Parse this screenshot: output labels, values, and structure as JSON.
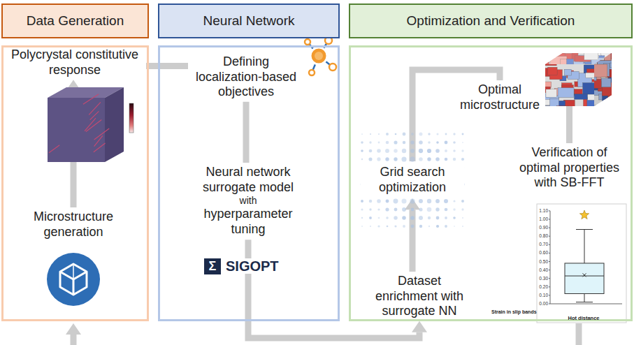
{
  "diagram": {
    "nodes": [
      {
        "text": [
          "Data Generation"
        ]
      },
      {
        "text": [
          "Polycrystal constitutive response"
        ],
        "in": 0
      },
      {
        "text": [
          "Microstructure generation"
        ],
        "in": 0
      },
      {
        "text": [
          "Neural Network"
        ]
      },
      {
        "text": [
          "Defining localization-based objectives"
        ],
        "in": 3
      },
      {
        "text": [
          "Neural network surrogate model",
          "with",
          "hyperparameter tuning"
        ],
        "in": 3
      },
      {
        "text": [
          "Optimization and Verification"
        ]
      },
      {
        "text": [
          "Grid search optimization"
        ],
        "in": 6
      },
      {
        "text": [
          "Dataset enrichment with surrogate NN"
        ],
        "in": 6
      },
      {
        "text": [
          "Optimal microstructure"
        ],
        "in": 6
      },
      {
        "text": [
          "Verification of optimal properties with SB-FFT"
        ],
        "in": 6
      }
    ],
    "edges": [
      {
        "from": 2,
        "to": 1,
        "arrow": "to"
      },
      {
        "from": 1,
        "to": 4,
        "arrow": "none"
      },
      {
        "from": 4,
        "to": 5,
        "arrow": "none"
      },
      {
        "from": 5,
        "to": 8,
        "arrow": "to"
      },
      {
        "from": 8,
        "to": 7,
        "arrow": "to"
      },
      {
        "from": 7,
        "to": 9,
        "arrow": "none"
      },
      {
        "from": 9,
        "to": 10,
        "arrow": "none"
      }
    ],
    "labels": [
      "SIGOPT",
      "Σ",
      "Strain in slip bands",
      "Hot distance",
      "1.10",
      "1.00",
      "0.90",
      "0.80",
      "0.70",
      "0.60",
      "0.50",
      "0.40",
      "0.30",
      "0.20",
      "0.10",
      "0.00"
    ]
  }
}
